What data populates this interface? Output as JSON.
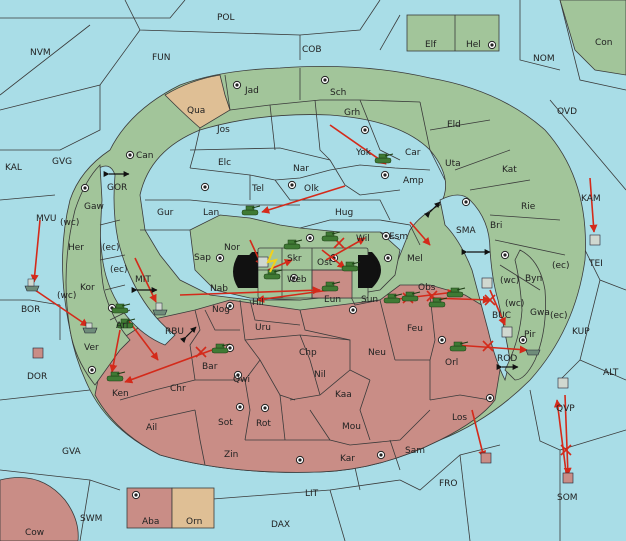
{
  "map": {
    "colors": {
      "sea": "#a9dde7",
      "green_power": "#a2c59a",
      "red_power": "#c98d86",
      "neutral": "#dfbf95",
      "order_arrow": "#d42a1a",
      "unit": "#3f7a34"
    },
    "labels": {
      "POL": "POL",
      "NVM": "NVM",
      "FUN": "FUN",
      "COB": "COB",
      "NOM": "NOM",
      "Con": "Con",
      "Elf": "Elf",
      "Hel": "Hel",
      "OVD": "OVD",
      "KAL": "KAL",
      "GVG": "GVG",
      "GOR": "GOR",
      "MVU": "MVU",
      "MIT": "MIT",
      "BOR": "BOR",
      "RBU": "RBU",
      "DOR": "DOR",
      "GVA": "GVA",
      "SWM": "SWM",
      "Cow": "Cow",
      "DAX": "DAX",
      "LIT": "LIT",
      "FRO": "FRO",
      "SOM": "SOM",
      "ALT": "ALT",
      "KUP": "KUP",
      "KAM": "KAM",
      "TEI": "TEI",
      "SMA": "SMA",
      "BUC": "BUC",
      "ROD": "ROD",
      "QVP": "QVP",
      "Qua": "Qua",
      "Jad": "Jad",
      "Sch": "Sch",
      "Jos": "Jos",
      "Grh": "Grh",
      "Eld": "Eld",
      "Can": "Can",
      "Yok": "Yok",
      "Car": "Car",
      "Elc": "Elc",
      "Nar": "Nar",
      "Uta": "Uta",
      "Tel": "Tel",
      "Olk": "Olk",
      "Amp": "Amp",
      "Kat": "Kat",
      "Gur": "Gur",
      "Lan": "Lan",
      "Hug": "Hug",
      "Rie": "Rie",
      "Gaw": "Gaw",
      "Nor": "Nor",
      "Esm": "Esm",
      "Bri": "Bri",
      "Her": "Her",
      "wc1": "(wc)",
      "ec1": "(ec)",
      "Wil": "Wil",
      "Sap": "Sap",
      "Skr": "Skr",
      "Ost": "Ost",
      "Mel": "Mel",
      "Byn": "Byn",
      "ec2": "(ec)",
      "Kor": "Kor",
      "ec3": "(ec)",
      "Web": "Web",
      "Nab": "Nab",
      "Obs": "Obs",
      "wc2": "(wc)",
      "wc3": "(wc)",
      "Gwa": "Gwa",
      "ec4": "(ec)",
      "Hil": "Hil",
      "Eun": "Eun",
      "Sun": "Sun",
      "wc4": "(wc)",
      "Pir": "Pir",
      "Arl": "Arl",
      "Nog": "Nog",
      "Uru": "Uru",
      "Feu": "Feu",
      "Ver": "Ver",
      "Chp": "Chp",
      "Neu": "Neu",
      "Orl": "Orl",
      "Bar": "Bar",
      "Qwi": "Qwi",
      "Nil": "Nil",
      "Ken": "Ken",
      "Chr": "Chr",
      "Kaa": "Kaa",
      "Los": "Los",
      "Ail": "Ail",
      "Sot": "Sot",
      "Rot": "Rot",
      "Mou": "Mou",
      "Zin": "Zin",
      "Kar": "Kar",
      "Sam": "Sam",
      "Aba": "Aba",
      "Orn": "Orn"
    }
  }
}
